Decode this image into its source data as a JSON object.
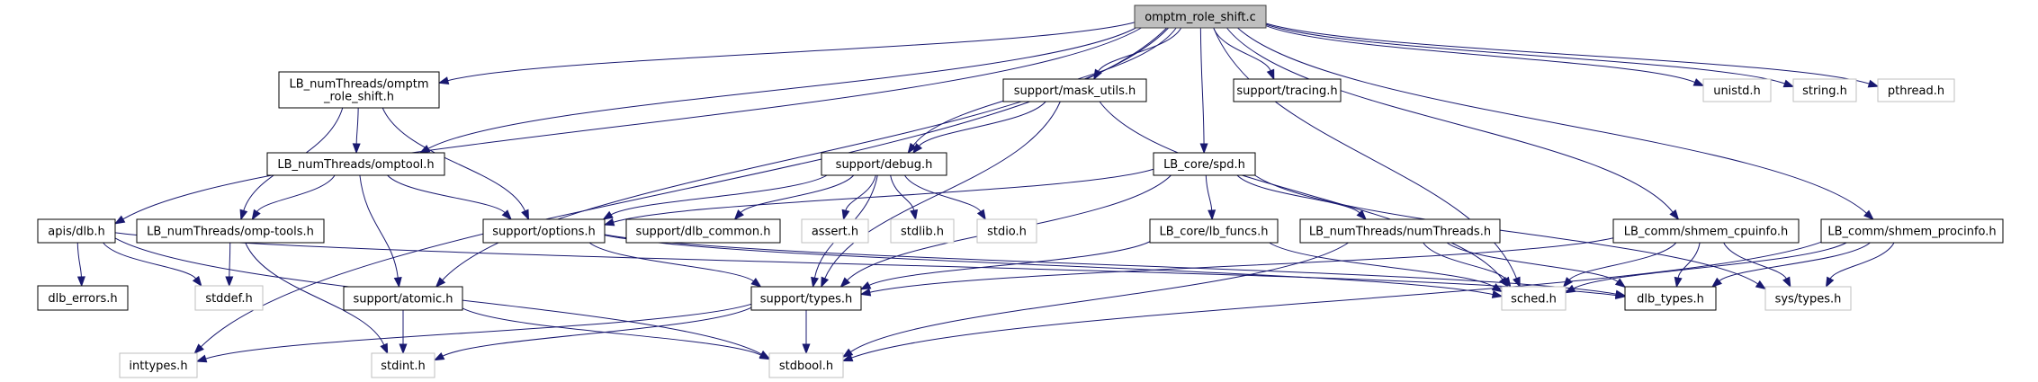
{
  "graph": {
    "title": "omptm_role_shift.c include dependency graph",
    "edge_color": "#191970",
    "root_fill": "#bfbfbf",
    "nodes": [
      {
        "id": "root",
        "label": [
          "omptm_role_shift.c"
        ],
        "kind": "root"
      },
      {
        "id": "omptm_role_shift_h",
        "label": [
          "LB_numThreads/omptm",
          "_role_shift.h"
        ],
        "kind": "doc"
      },
      {
        "id": "omptool_h",
        "label": [
          "LB_numThreads/omptool.h"
        ],
        "kind": "doc"
      },
      {
        "id": "omp_tools_h",
        "label": [
          "LB_numThreads/omp-tools.h"
        ],
        "kind": "doc"
      },
      {
        "id": "apis_dlb_h",
        "label": [
          "apis/dlb.h"
        ],
        "kind": "doc"
      },
      {
        "id": "dlb_errors_h",
        "label": [
          "dlb_errors.h"
        ],
        "kind": "doc"
      },
      {
        "id": "stddef_h",
        "label": [
          "stddef.h"
        ],
        "kind": "sys"
      },
      {
        "id": "inttypes_h",
        "label": [
          "inttypes.h"
        ],
        "kind": "sys"
      },
      {
        "id": "stdint_h",
        "label": [
          "stdint.h"
        ],
        "kind": "sys"
      },
      {
        "id": "atomic_h",
        "label": [
          "support/atomic.h"
        ],
        "kind": "doc"
      },
      {
        "id": "options_h",
        "label": [
          "support/options.h"
        ],
        "kind": "doc"
      },
      {
        "id": "dlb_common_h",
        "label": [
          "support/dlb_common.h"
        ],
        "kind": "doc"
      },
      {
        "id": "assert_h",
        "label": [
          "assert.h"
        ],
        "kind": "sys"
      },
      {
        "id": "stdlib_h",
        "label": [
          "stdlib.h"
        ],
        "kind": "sys"
      },
      {
        "id": "stdio_h",
        "label": [
          "stdio.h"
        ],
        "kind": "sys"
      },
      {
        "id": "debug_h",
        "label": [
          "support/debug.h"
        ],
        "kind": "doc"
      },
      {
        "id": "mask_utils_h",
        "label": [
          "support/mask_utils.h"
        ],
        "kind": "doc"
      },
      {
        "id": "tracing_h",
        "label": [
          "support/tracing.h"
        ],
        "kind": "doc"
      },
      {
        "id": "types_h",
        "label": [
          "support/types.h"
        ],
        "kind": "doc"
      },
      {
        "id": "stdbool_h",
        "label": [
          "stdbool.h"
        ],
        "kind": "sys"
      },
      {
        "id": "spd_h",
        "label": [
          "LB_core/spd.h"
        ],
        "kind": "doc"
      },
      {
        "id": "lb_funcs_h",
        "label": [
          "LB_core/lb_funcs.h"
        ],
        "kind": "doc"
      },
      {
        "id": "numThreads_h",
        "label": [
          "LB_numThreads/numThreads.h"
        ],
        "kind": "doc"
      },
      {
        "id": "sched_h",
        "label": [
          "sched.h"
        ],
        "kind": "sys"
      },
      {
        "id": "dlb_types_h",
        "label": [
          "dlb_types.h"
        ],
        "kind": "doc"
      },
      {
        "id": "sys_types_h",
        "label": [
          "sys/types.h"
        ],
        "kind": "sys"
      },
      {
        "id": "shmem_cpuinfo_h",
        "label": [
          "LB_comm/shmem_cpuinfo.h"
        ],
        "kind": "doc"
      },
      {
        "id": "shmem_procinfo_h",
        "label": [
          "LB_comm/shmem_procinfo.h"
        ],
        "kind": "doc"
      },
      {
        "id": "unistd_h",
        "label": [
          "unistd.h"
        ],
        "kind": "sys"
      },
      {
        "id": "string_h",
        "label": [
          "string.h"
        ],
        "kind": "sys"
      },
      {
        "id": "pthread_h",
        "label": [
          "pthread.h"
        ],
        "kind": "sys"
      }
    ],
    "edges": [
      [
        "root",
        "apis_dlb_h"
      ],
      [
        "root",
        "omptm_role_shift_h"
      ],
      [
        "root",
        "omptool_h"
      ],
      [
        "root",
        "atomic_h"
      ],
      [
        "root",
        "debug_h"
      ],
      [
        "root",
        "mask_utils_h"
      ],
      [
        "root",
        "spd_h"
      ],
      [
        "root",
        "tracing_h"
      ],
      [
        "root",
        "sched_h"
      ],
      [
        "root",
        "shmem_cpuinfo_h"
      ],
      [
        "root",
        "shmem_procinfo_h"
      ],
      [
        "root",
        "unistd_h"
      ],
      [
        "root",
        "string_h"
      ],
      [
        "root",
        "pthread_h"
      ],
      [
        "root",
        "inttypes_h"
      ],
      [
        "omptm_role_shift_h",
        "omptool_h"
      ],
      [
        "omptm_role_shift_h",
        "omp_tools_h"
      ],
      [
        "omptm_role_shift_h",
        "options_h"
      ],
      [
        "omptool_h",
        "omp_tools_h"
      ],
      [
        "omptool_h",
        "atomic_h"
      ],
      [
        "omptool_h",
        "options_h"
      ],
      [
        "omp_tools_h",
        "stddef_h"
      ],
      [
        "omp_tools_h",
        "stdint_h"
      ],
      [
        "apis_dlb_h",
        "dlb_errors_h"
      ],
      [
        "apis_dlb_h",
        "stddef_h"
      ],
      [
        "apis_dlb_h",
        "stdbool_h"
      ],
      [
        "apis_dlb_h",
        "dlb_types_h"
      ],
      [
        "atomic_h",
        "stdint_h"
      ],
      [
        "atomic_h",
        "stdbool_h"
      ],
      [
        "options_h",
        "types_h"
      ],
      [
        "options_h",
        "sched_h"
      ],
      [
        "options_h",
        "dlb_types_h"
      ],
      [
        "debug_h",
        "options_h"
      ],
      [
        "debug_h",
        "dlb_common_h"
      ],
      [
        "debug_h",
        "assert_h"
      ],
      [
        "debug_h",
        "stdlib_h"
      ],
      [
        "debug_h",
        "stdio_h"
      ],
      [
        "debug_h",
        "types_h"
      ],
      [
        "mask_utils_h",
        "debug_h"
      ],
      [
        "mask_utils_h",
        "types_h"
      ],
      [
        "mask_utils_h",
        "sched_h"
      ],
      [
        "spd_h",
        "options_h"
      ],
      [
        "spd_h",
        "lb_funcs_h"
      ],
      [
        "spd_h",
        "numThreads_h"
      ],
      [
        "spd_h",
        "types_h"
      ],
      [
        "spd_h",
        "sys_types_h"
      ],
      [
        "lb_funcs_h",
        "types_h"
      ],
      [
        "lb_funcs_h",
        "sched_h"
      ],
      [
        "numThreads_h",
        "sched_h"
      ],
      [
        "numThreads_h",
        "dlb_types_h"
      ],
      [
        "numThreads_h",
        "stdbool_h"
      ],
      [
        "shmem_cpuinfo_h",
        "types_h"
      ],
      [
        "shmem_cpuinfo_h",
        "sched_h"
      ],
      [
        "shmem_cpuinfo_h",
        "dlb_types_h"
      ],
      [
        "shmem_cpuinfo_h",
        "sys_types_h"
      ],
      [
        "shmem_procinfo_h",
        "sched_h"
      ],
      [
        "shmem_procinfo_h",
        "dlb_types_h"
      ],
      [
        "shmem_procinfo_h",
        "sys_types_h"
      ],
      [
        "shmem_procinfo_h",
        "stdbool_h"
      ],
      [
        "types_h",
        "stdbool_h"
      ],
      [
        "types_h",
        "stdint_h"
      ],
      [
        "types_h",
        "inttypes_h"
      ]
    ]
  }
}
